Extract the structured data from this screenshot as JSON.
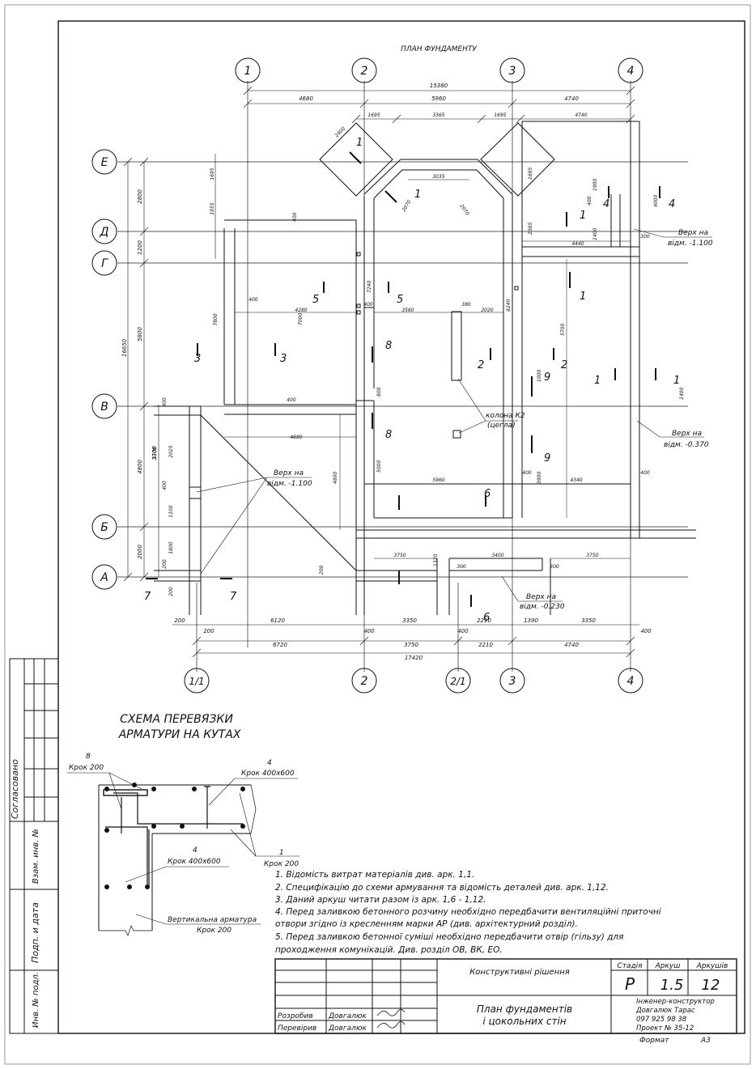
{
  "plan_title": "ПЛАН ФУНДАМЕНТУ",
  "axes_top": [
    "1",
    "2",
    "3",
    "4"
  ],
  "axes_bottom": [
    "1/1",
    "2",
    "2/1",
    "3",
    "4"
  ],
  "axes_left": [
    "Е",
    "Д",
    "Г",
    "В",
    "Б",
    "А"
  ],
  "dims_top": {
    "overall": "15380",
    "a": "4680",
    "b": "5960",
    "c": "4740"
  },
  "dims_top_inner": [
    "1695",
    "3365",
    "1695",
    "4740"
  ],
  "dims_bottom_1": [
    "200",
    "6120",
    "400",
    "3350",
    "400",
    "2210",
    "1390",
    "3350",
    "400",
    "200"
  ],
  "dims_bottom_2": [
    "6720",
    "3750",
    "2210",
    "4740"
  ],
  "dims_bottom_overall": "17420",
  "dims_left_outer": {
    "a": "16650",
    "b": "2800",
    "c": "1200",
    "d": "5800",
    "e": "4800",
    "f": "3300",
    "g": "2000"
  },
  "dims_left_inner": [
    "1695",
    "1955",
    "7800",
    "400",
    "3300",
    "2025",
    "400",
    "1100",
    "1800",
    "200",
    "200"
  ],
  "dims_inner": [
    "2400",
    "3035",
    "2070",
    "2070",
    "400",
    "4280",
    "400",
    "7240",
    "3560",
    "380",
    "2020",
    "8240",
    "7000",
    "5700",
    "400",
    "4680",
    "400",
    "800",
    "5000",
    "4800",
    "5960",
    "1000",
    "3900",
    "4340",
    "400",
    "400",
    "3750",
    "1320",
    "3400",
    "3750",
    "300",
    "300",
    "200",
    "2385",
    "1695",
    "1900",
    "4000",
    "400",
    "1400",
    "4440",
    "300",
    "1400"
  ],
  "section_marks": [
    "1",
    "1",
    "1",
    "1",
    "1",
    "1",
    "2",
    "2",
    "3",
    "3",
    "4",
    "4",
    "5",
    "5",
    "6",
    "6",
    "7",
    "7",
    "8",
    "8",
    "9",
    "9"
  ],
  "leaders": [
    {
      "line1": "Верх на",
      "line2": "відм. -1.100"
    },
    {
      "line1": "Верх на",
      "line2": "відм. -0.370"
    },
    {
      "line1": "Верх на",
      "line2": "відм. -1.100"
    },
    {
      "line1": "Верх на",
      "line2": "відм. -0.230"
    },
    {
      "line1": "колона К2",
      "line2": "(цегла)"
    }
  ],
  "scheme": {
    "title_line1": "СХЕМА ПЕРЕВЯЗКИ",
    "title_line2": "АРМАТУРИ НА КУТАХ",
    "labels": [
      {
        "num": "8",
        "text": "Крок 200"
      },
      {
        "num": "4",
        "text": "Крок 400х600"
      },
      {
        "num": "4",
        "text": "Крок 400х600"
      },
      {
        "num": "1",
        "text": "Крок 200"
      },
      {
        "num": "",
        "text": "Вертикальна арматура"
      },
      {
        "num": "",
        "text": "Крок 200"
      }
    ]
  },
  "notes": [
    "1. Відомість витрат матеріалів див. арк. 1,1.",
    "2. Специфікацію до схеми армування та відомість деталей див. арк. 1,12.",
    "3. Даний аркуш читати разом із арк. 1,6 - 1,12.",
    "4. Перед заливкою бетонного розчину необхідно передбачити вентиляційні приточні",
    "отвори згідно із кресленням марки АР (див. архітектурний розділ).",
    "5. Перед заливкою бетонної суміші необхідно передбачити отвір (гільзу) для",
    "проходження комунікацій. Див. розділ ОВ, ВК, ЕО."
  ],
  "side_stamp": [
    "Согласовано",
    "Взам. инв. №",
    "Подп. и дата",
    "Инв. № подл."
  ],
  "title_block": {
    "project_name": "Конструктивні рішення",
    "stage_h": "Стадія",
    "sheet_h": "Аркуш",
    "sheets_h": "Аркушів",
    "stage": "Р",
    "sheet": "1.5",
    "sheets": "12",
    "drawing_line1": "План фундаментів",
    "drawing_line2": "і цокольних стін",
    "role1": "Розробив",
    "name1": "Довгалюк",
    "role2": "Перевірив",
    "name2": "Довгалюк",
    "firm": [
      "Інженер-конструктор",
      "Довгалюк Тарас",
      "097 925 98 38",
      "Проект № 35-12"
    ],
    "format_label": "Формат",
    "format": "А3"
  }
}
